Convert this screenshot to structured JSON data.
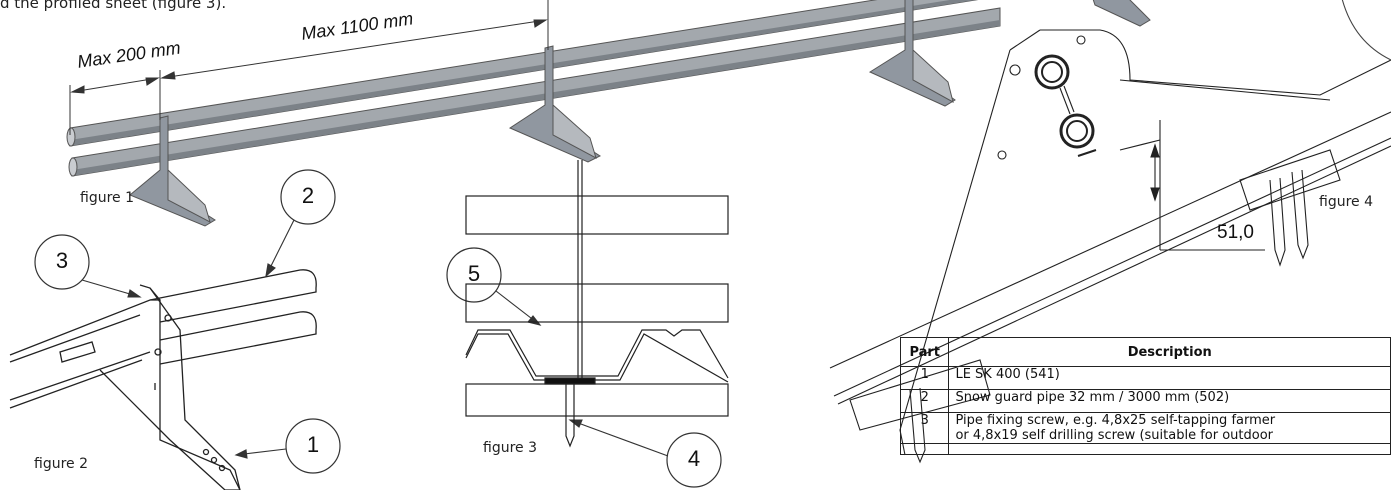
{
  "intro_text": "d the profiled sheet (figure 3).",
  "figure_labels": {
    "figure1": "figure 1",
    "figure2": "figure 2",
    "figure3": "figure 3",
    "figure4": "figure 4"
  },
  "dimensions": {
    "max200": "Max 200 mm",
    "max1100": "Max 1100 mm",
    "d51": "51,0"
  },
  "callouts": [
    "1",
    "2",
    "3",
    "4",
    "5"
  ],
  "parts_table": {
    "headers": [
      "Part",
      "Description"
    ],
    "rows": [
      {
        "part": "1",
        "desc": [
          "LE SK 400 (541)"
        ]
      },
      {
        "part": "2",
        "desc": [
          "Snow guard pipe 32 mm / 3000 mm (502)"
        ]
      },
      {
        "part": "3",
        "desc": [
          "Pipe fixing screw, e.g. 4,8x25 self-tapping farmer",
          "or 4,8x19 self drilling screw (suitable for outdoor"
        ]
      }
    ]
  },
  "colors": {
    "pipe": "#9aa0a6",
    "pipe_shadow": "#6b7177",
    "line": "#2a2a2a",
    "accent": "#1c2a5a"
  }
}
